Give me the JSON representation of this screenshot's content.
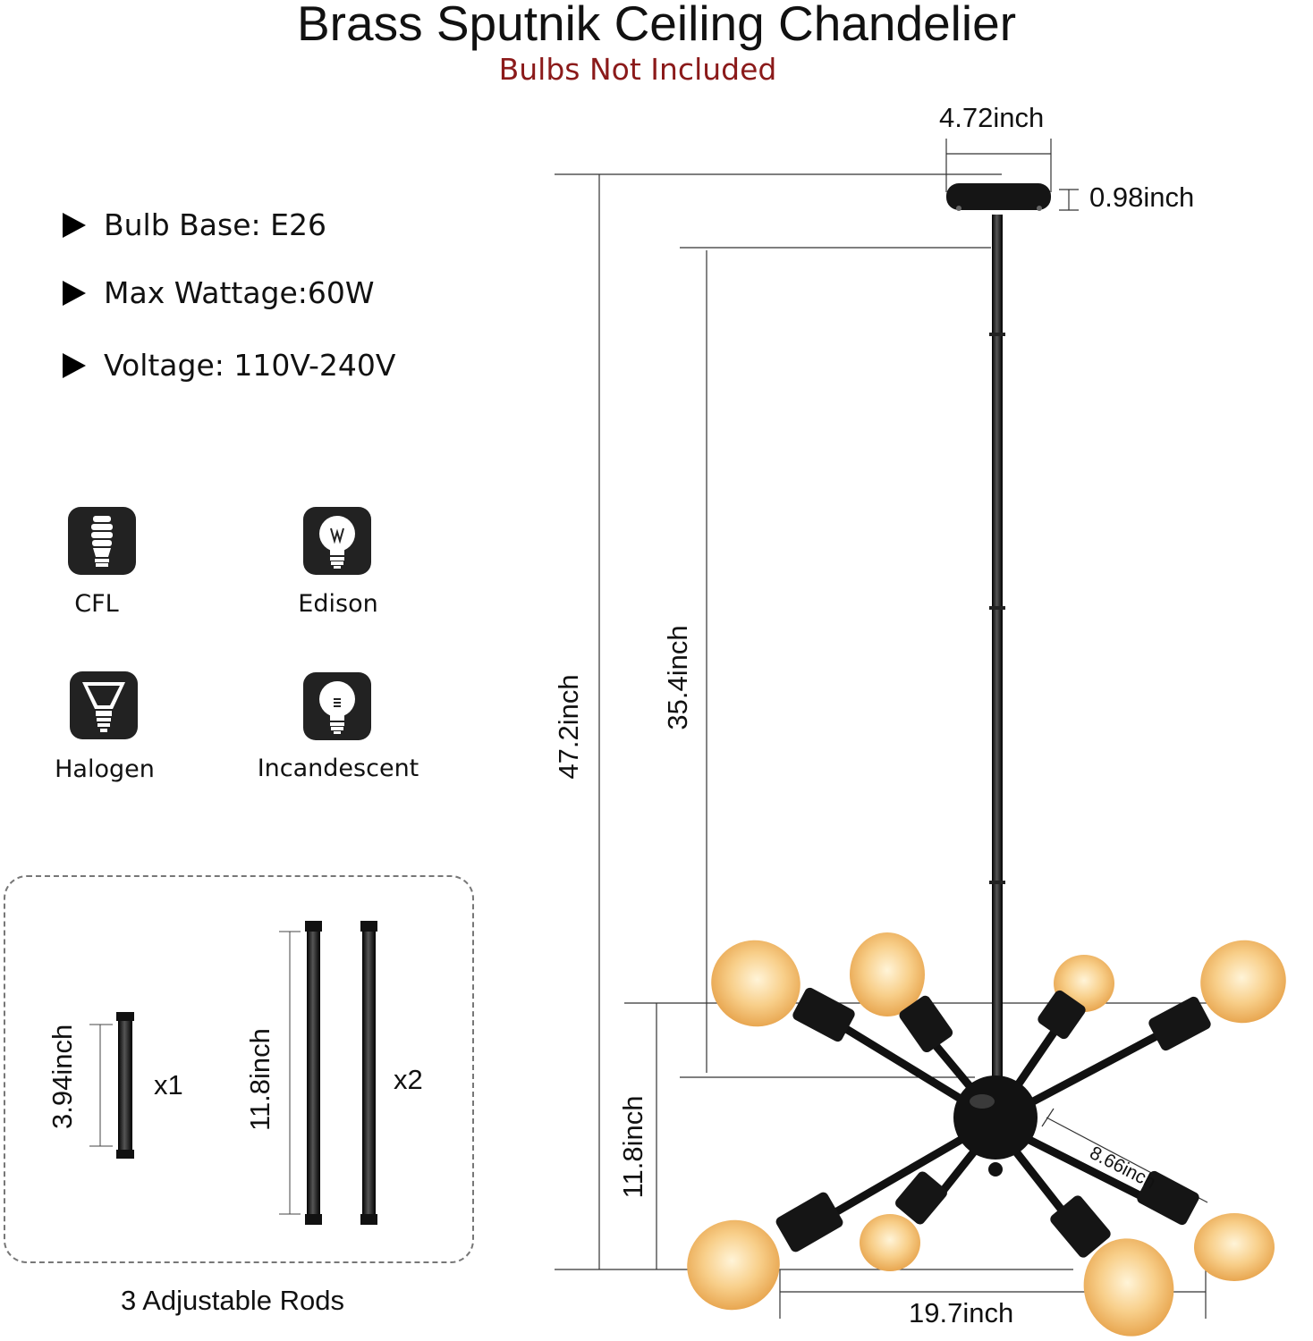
{
  "header": {
    "title": "Brass Sputnik Ceiling Chandelier",
    "subtitle": "Bulbs  Not  Included"
  },
  "specs": [
    "Bulb Base: E26",
    "Max Wattage:60W",
    "Voltage: 110V-240V"
  ],
  "bulb_types": [
    {
      "label": "CFL",
      "icon": "cfl-bulb-icon"
    },
    {
      "label": "Edison",
      "icon": "edison-bulb-icon"
    },
    {
      "label": "Halogen",
      "icon": "halogen-bulb-icon"
    },
    {
      "label": "Incandescent",
      "icon": "incandescent-bulb-icon"
    }
  ],
  "rods": {
    "caption": "3 Adjustable Rods",
    "short_rod": {
      "length": "3.94inch",
      "qty": "x1"
    },
    "long_rod": {
      "length": "11.8inch",
      "qty": "x2"
    }
  },
  "dimensions": {
    "canopy_width": "4.72inch",
    "canopy_height": "0.98inch",
    "total_height": "47.2inch",
    "rod_height": "35.4inch",
    "body_height": "11.8inch",
    "arm_length": "8.66inch",
    "body_width": "19.7inch"
  },
  "colors": {
    "subtitle": "#8b1a1a",
    "fixture": "#111111",
    "bulb_glow": "#f5c27a"
  }
}
